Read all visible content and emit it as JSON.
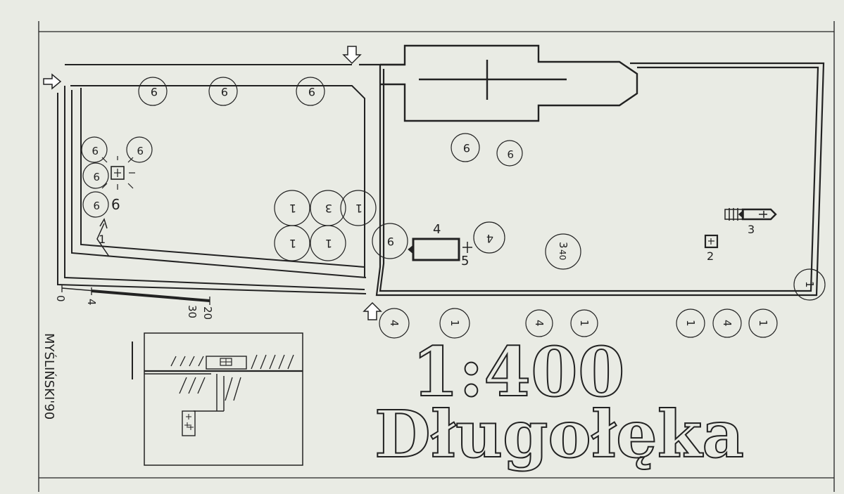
{
  "map": {
    "scale_text": "1:400",
    "place_name": "Długołęka",
    "author_signature": "MYŚLIŃSKI'90",
    "scale_bar": {
      "ticks": [
        "0",
        "4",
        "20"
      ],
      "end_label": "30"
    },
    "legend_numbers": {
      "grave_1": "1",
      "grave_2": "2",
      "tomb_3": "3",
      "tomb_4": "4",
      "cross_5": "5",
      "grave_6": "6"
    },
    "tree_labels": {
      "nw_row": [
        "9",
        "9",
        "9"
      ],
      "west_cluster": [
        "9",
        "9",
        "9",
        "9"
      ],
      "middle_cluster": [
        "1",
        "3",
        "1",
        "1",
        "1"
      ],
      "east_upper": [
        "9",
        "9"
      ],
      "east_mid": [
        "9",
        "4",
        "3"
      ],
      "east_mid_sub": "40",
      "east_corner": "1",
      "south_row": [
        "4",
        "1",
        "4",
        "1",
        "1",
        "4",
        "1"
      ]
    }
  }
}
